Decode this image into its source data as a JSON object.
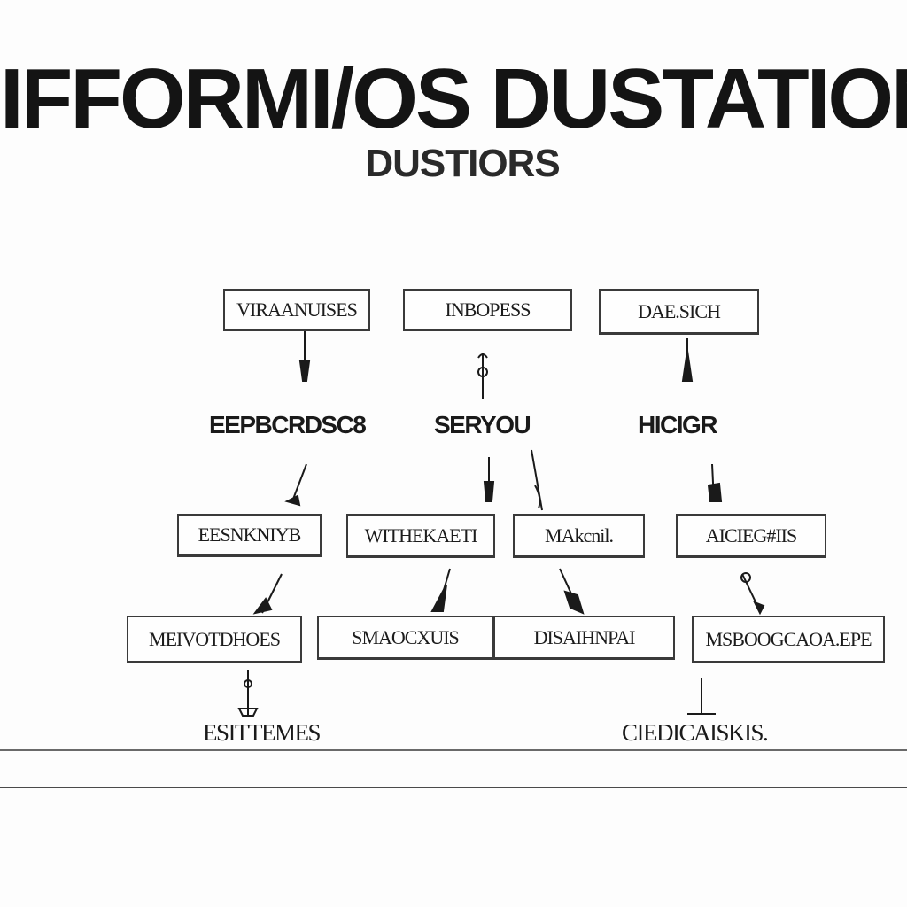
{
  "diagram": {
    "title": "IFFORMI/OS DUSTATION",
    "subtitle": "DUSTIORS",
    "row1": [
      "VIRAANUISES",
      "INBOPESS",
      "DAE.SICH"
    ],
    "row2": [
      "EEPBCRDSC8",
      "SERYOU",
      "HICIGR"
    ],
    "row3": [
      "EESNKNIYB",
      "WITHEKAETI",
      "MAkcnil.",
      "AICIEG#IIS"
    ],
    "row4": [
      "MEIVOTDHOES",
      "SMAOCXUIS",
      "DISAIHNPAI",
      "MSBOOGCAOA.EPE"
    ],
    "row5": [
      "ESITTEMES",
      "CIEDICAISKIS."
    ]
  },
  "colors": {
    "ink": "#161616",
    "box_border": "#3a3a3a",
    "background": "#fdfdfd"
  }
}
